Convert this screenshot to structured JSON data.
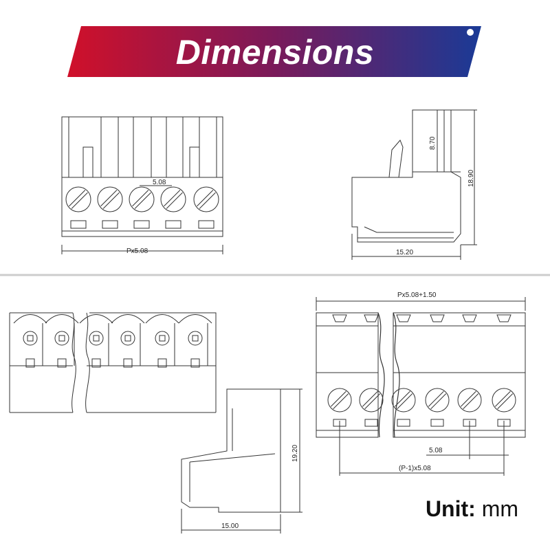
{
  "banner": {
    "title": "Dimensions",
    "colors": {
      "left": "#d0102a",
      "right": "#1a3a96"
    }
  },
  "front_top": {
    "pitch_label": "5.08",
    "width_label": "Px5.08"
  },
  "side_top": {
    "height_label": "18.90",
    "latch_label": "8.70",
    "depth_label": "15.20"
  },
  "side_bottom": {
    "height_label": "19.20",
    "depth_label": "15.00"
  },
  "front_bottom": {
    "width_label": "Px5.08+1.50",
    "pitch_label": "5.08",
    "span_label": "(P-1)x5.08"
  },
  "unit": {
    "label": "Unit:",
    "value": "mm"
  }
}
